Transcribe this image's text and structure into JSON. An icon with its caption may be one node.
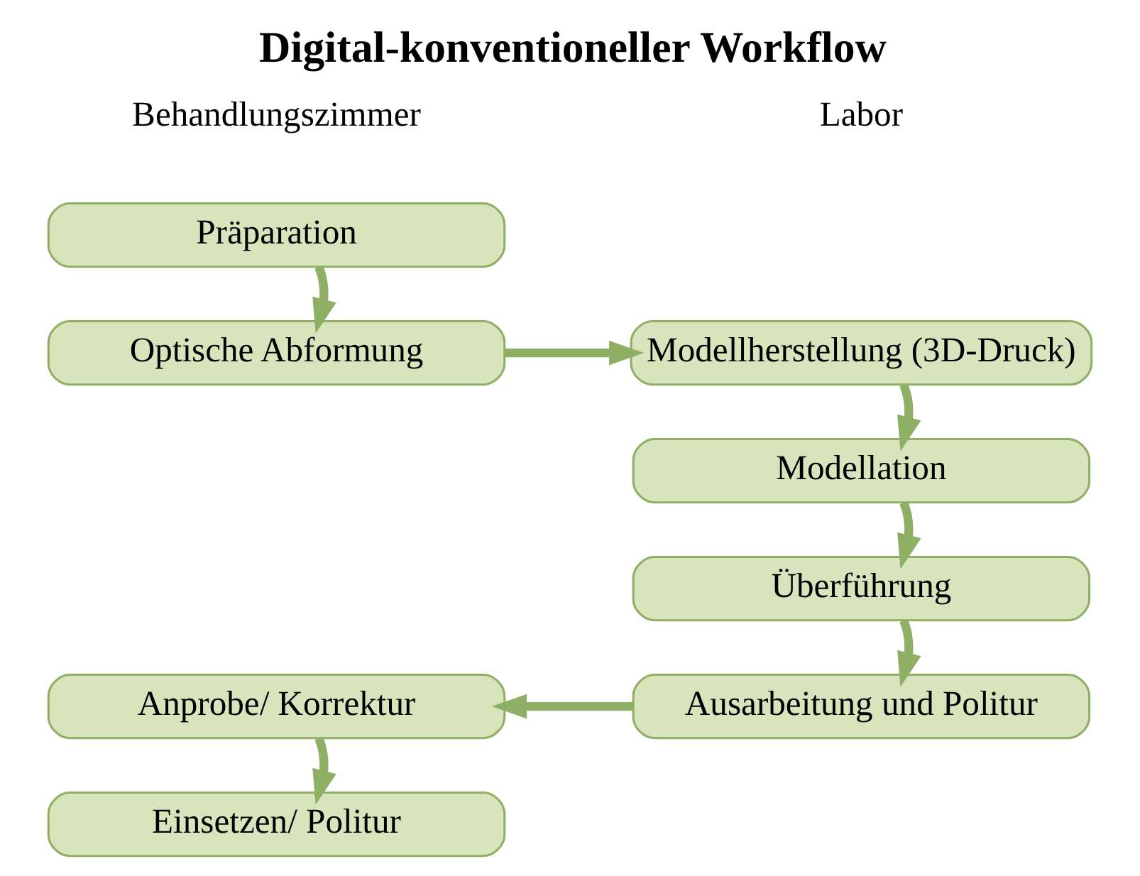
{
  "diagram": {
    "title": "Digital-konventioneller Workflow",
    "nodes": [
      {
        "text": [
          "Präparation"
        ]
      },
      {
        "text": [
          "Optische Abformung"
        ]
      },
      {
        "text": [
          "Modellherstellung (3D-Druck)"
        ]
      },
      {
        "text": [
          "Modellation"
        ]
      },
      {
        "text": [
          "Überführung"
        ]
      },
      {
        "text": [
          "Ausarbeitung und Politur"
        ]
      },
      {
        "text": [
          "Anprobe/ Korrektur"
        ]
      },
      {
        "text": [
          "Einsetzen/ Politur"
        ]
      }
    ],
    "edges": [
      {
        "from": 0,
        "to": 1,
        "arrow": "to"
      },
      {
        "from": 1,
        "to": 2,
        "arrow": "to"
      },
      {
        "from": 2,
        "to": 3,
        "arrow": "to"
      },
      {
        "from": 3,
        "to": 4,
        "arrow": "to"
      },
      {
        "from": 4,
        "to": 5,
        "arrow": "to"
      },
      {
        "from": 5,
        "to": 6,
        "arrow": "to"
      },
      {
        "from": 6,
        "to": 7,
        "arrow": "to"
      }
    ],
    "labels": [
      "Behandlungszimmer",
      "Labor"
    ]
  }
}
